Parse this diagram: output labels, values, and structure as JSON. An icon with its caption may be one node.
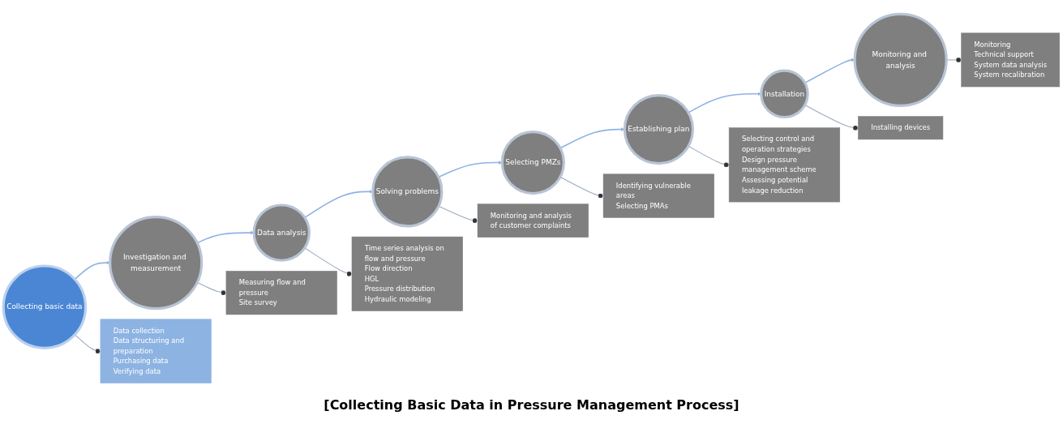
{
  "diagram": {
    "caption": "[Collecting Basic Data in Pressure Management Process]",
    "nodes": [
      {
        "text": [
          "Collecting basic data"
        ]
      },
      {
        "text": [
          "Investigation and measurement"
        ]
      },
      {
        "text": [
          "Data analysis"
        ]
      },
      {
        "text": [
          "Solving problems"
        ]
      },
      {
        "text": [
          "Selecting PMZs"
        ]
      },
      {
        "text": [
          "Establishing plan"
        ]
      },
      {
        "text": [
          "Installation"
        ]
      },
      {
        "text": [
          "Monitoring and analysis"
        ]
      },
      {
        "text": [
          "Data collection",
          "Data structuring and preparation",
          "Purchasing data",
          "Verifying data"
        ]
      },
      {
        "text": [
          "Measuring flow and pressure",
          "Site survey"
        ]
      },
      {
        "text": [
          "Time series analysis on flow and pressure",
          "Flow direction",
          "HGL",
          "Pressure distribution",
          "Hydraulic modeling"
        ]
      },
      {
        "text": [
          "Monitoring and analysis of customer complaints"
        ]
      },
      {
        "text": [
          "Identifying vulnerable areas",
          "Selecting PMAs"
        ]
      },
      {
        "text": [
          "Selecting control and operation strategies",
          "Design pressure management scheme",
          "Assessing potential leakage reduction"
        ]
      },
      {
        "text": [
          "Installing devices"
        ]
      },
      {
        "text": [
          "Monitoring",
          "Technical support",
          "System data analysis",
          "System recalibration"
        ]
      }
    ],
    "edges": [
      {
        "from": 0,
        "to": 1,
        "arrow": "to"
      },
      {
        "from": 1,
        "to": 2,
        "arrow": "to"
      },
      {
        "from": 2,
        "to": 3,
        "arrow": "to"
      },
      {
        "from": 3,
        "to": 4,
        "arrow": "to"
      },
      {
        "from": 4,
        "to": 5,
        "arrow": "to"
      },
      {
        "from": 5,
        "to": 6,
        "arrow": "to"
      },
      {
        "from": 6,
        "to": 7,
        "arrow": "to"
      },
      {
        "from": 0,
        "to": 8,
        "arrow": "other"
      },
      {
        "from": 1,
        "to": 9,
        "arrow": "other"
      },
      {
        "from": 2,
        "to": 10,
        "arrow": "other"
      },
      {
        "from": 3,
        "to": 11,
        "arrow": "other"
      },
      {
        "from": 4,
        "to": 12,
        "arrow": "other"
      },
      {
        "from": 5,
        "to": 13,
        "arrow": "other"
      },
      {
        "from": 6,
        "to": 14,
        "arrow": "other"
      },
      {
        "from": 7,
        "to": 15,
        "arrow": "other"
      }
    ]
  }
}
